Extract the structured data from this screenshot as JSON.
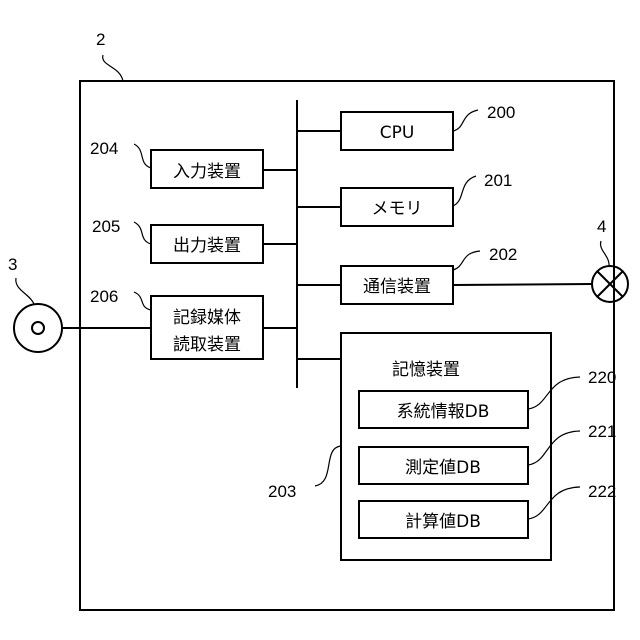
{
  "diagram": {
    "system": {
      "ref": "2"
    },
    "medium": {
      "ref": "3",
      "icon": "disc-icon"
    },
    "network": {
      "ref": "4",
      "icon": "network-cross-circle-icon"
    },
    "components": [
      {
        "id": "cpu",
        "ref": "200",
        "label": "CPU"
      },
      {
        "id": "memory",
        "ref": "201",
        "label": "メモリ"
      },
      {
        "id": "comm",
        "ref": "202",
        "label": "通信装置"
      },
      {
        "id": "storage",
        "ref": "203",
        "label": "記憶装置"
      },
      {
        "id": "input",
        "ref": "204",
        "label": "入力装置"
      },
      {
        "id": "output",
        "ref": "205",
        "label": "出力装置"
      },
      {
        "id": "reader",
        "ref": "206",
        "label_line1": "記録媒体",
        "label_line2": "読取装置"
      }
    ],
    "databases": [
      {
        "id": "system-info-db",
        "ref": "220",
        "label": "系統情報DB"
      },
      {
        "id": "measured-db",
        "ref": "221",
        "label": "測定値DB"
      },
      {
        "id": "calculated-db",
        "ref": "222",
        "label": "計算値DB"
      }
    ]
  }
}
